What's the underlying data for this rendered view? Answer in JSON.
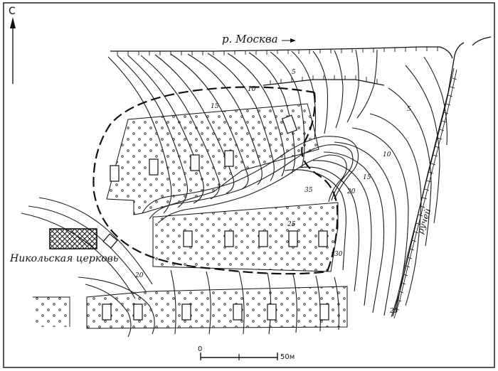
{
  "north": {
    "label": "C"
  },
  "river": {
    "label": "р. Москва"
  },
  "church": {
    "label": "Никольская церковь"
  },
  "stream": {
    "label": "ручей"
  },
  "scale": {
    "start": "0",
    "end": "50м"
  },
  "contour_labels": [
    "5",
    "10",
    "15",
    "20",
    "5",
    "10",
    "15",
    "20",
    "25",
    "30",
    "35",
    "25"
  ]
}
